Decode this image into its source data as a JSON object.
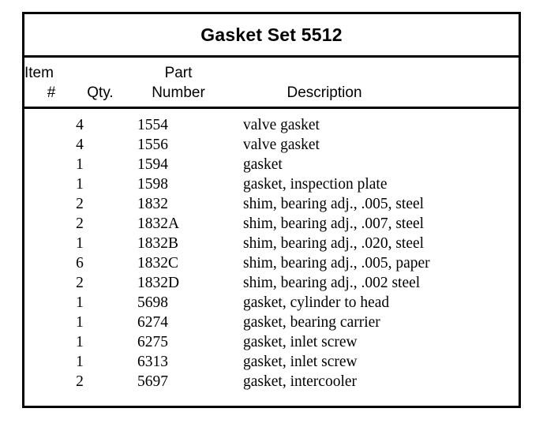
{
  "document": {
    "title": "Gasket Set 5512"
  },
  "table": {
    "headers": {
      "item_line1": "Item",
      "item_line2": "#",
      "qty": "Qty.",
      "part_line1": "Part",
      "part_line2": "Number",
      "description": "Description"
    },
    "rows": [
      {
        "item": "",
        "qty": "4",
        "part_number": "1554",
        "description": "valve gasket"
      },
      {
        "item": "",
        "qty": "4",
        "part_number": "1556",
        "description": "valve gasket"
      },
      {
        "item": "",
        "qty": "1",
        "part_number": "1594",
        "description": "gasket"
      },
      {
        "item": "",
        "qty": "1",
        "part_number": "1598",
        "description": "gasket, inspection plate"
      },
      {
        "item": "",
        "qty": "2",
        "part_number": "1832",
        "description": "shim, bearing adj., .005, steel"
      },
      {
        "item": "",
        "qty": "2",
        "part_number": "1832A",
        "description": "shim, bearing adj., .007, steel"
      },
      {
        "item": "",
        "qty": "1",
        "part_number": "1832B",
        "description": "shim, bearing adj., .020, steel"
      },
      {
        "item": "",
        "qty": "6",
        "part_number": "1832C",
        "description": "shim, bearing adj., .005, paper"
      },
      {
        "item": "",
        "qty": "2",
        "part_number": "1832D",
        "description": "shim, bearing adj., .002 steel"
      },
      {
        "item": "",
        "qty": "1",
        "part_number": "5698",
        "description": "gasket, cylinder to head"
      },
      {
        "item": "",
        "qty": "1",
        "part_number": "6274",
        "description": "gasket, bearing carrier"
      },
      {
        "item": "",
        "qty": "1",
        "part_number": "6275",
        "description": "gasket, inlet screw"
      },
      {
        "item": "",
        "qty": "1",
        "part_number": "6313",
        "description": "gasket, inlet screw"
      },
      {
        "item": "",
        "qty": "2",
        "part_number": "5697",
        "description": "gasket, intercooler"
      }
    ]
  },
  "colors": {
    "border": "#000000",
    "text": "#000000",
    "background": "#ffffff"
  }
}
